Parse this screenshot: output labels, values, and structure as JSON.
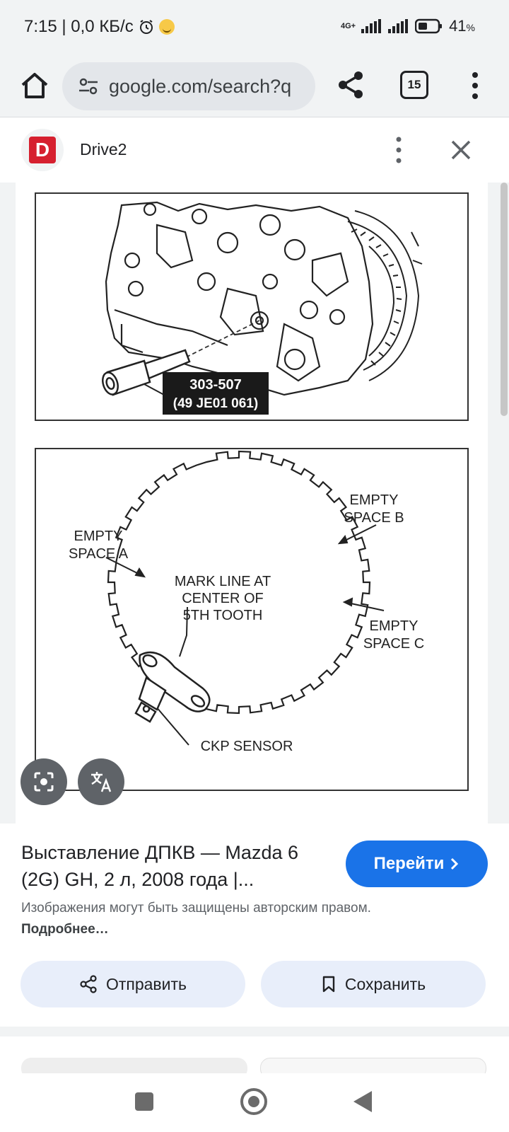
{
  "status": {
    "time_and_speed": "7:15 | 0,0 КБ/с",
    "network": "4G+",
    "battery": "41",
    "battery_unit": "%"
  },
  "browser": {
    "url": "google.com/search?q",
    "tab_count": "15",
    "icons": {
      "home": "home-icon",
      "site_info": "tune-icon",
      "share": "share-icon",
      "menu": "more-vert-icon"
    }
  },
  "source": {
    "logo_letter": "D",
    "name": "Drive2",
    "brand_color": "#d6202f"
  },
  "diagram": {
    "tool_number": "303-507",
    "tool_code": "(49 JE01 061)",
    "empty_space_a": [
      "EMPTY",
      "SPACE A"
    ],
    "empty_space_b": [
      "EMPTY",
      "SPACE B"
    ],
    "empty_space_c": [
      "EMPTY",
      "SPACE C"
    ],
    "mark_line": [
      "MARK LINE AT",
      "CENTER OF",
      "5TH TOOTH"
    ],
    "sensor": "CKP SENSOR"
  },
  "result": {
    "title": "Выставление ДПКВ — Mazda 6 (2G) GH, 2 л, 2008 года |...",
    "visit_label": "Перейти",
    "visit_color": "#1a73e8",
    "copyright_text": "Изображения могут быть защищены авторским правом.",
    "copyright_link": "Подробнее…",
    "send_label": "Отправить",
    "save_label": "Сохранить"
  }
}
